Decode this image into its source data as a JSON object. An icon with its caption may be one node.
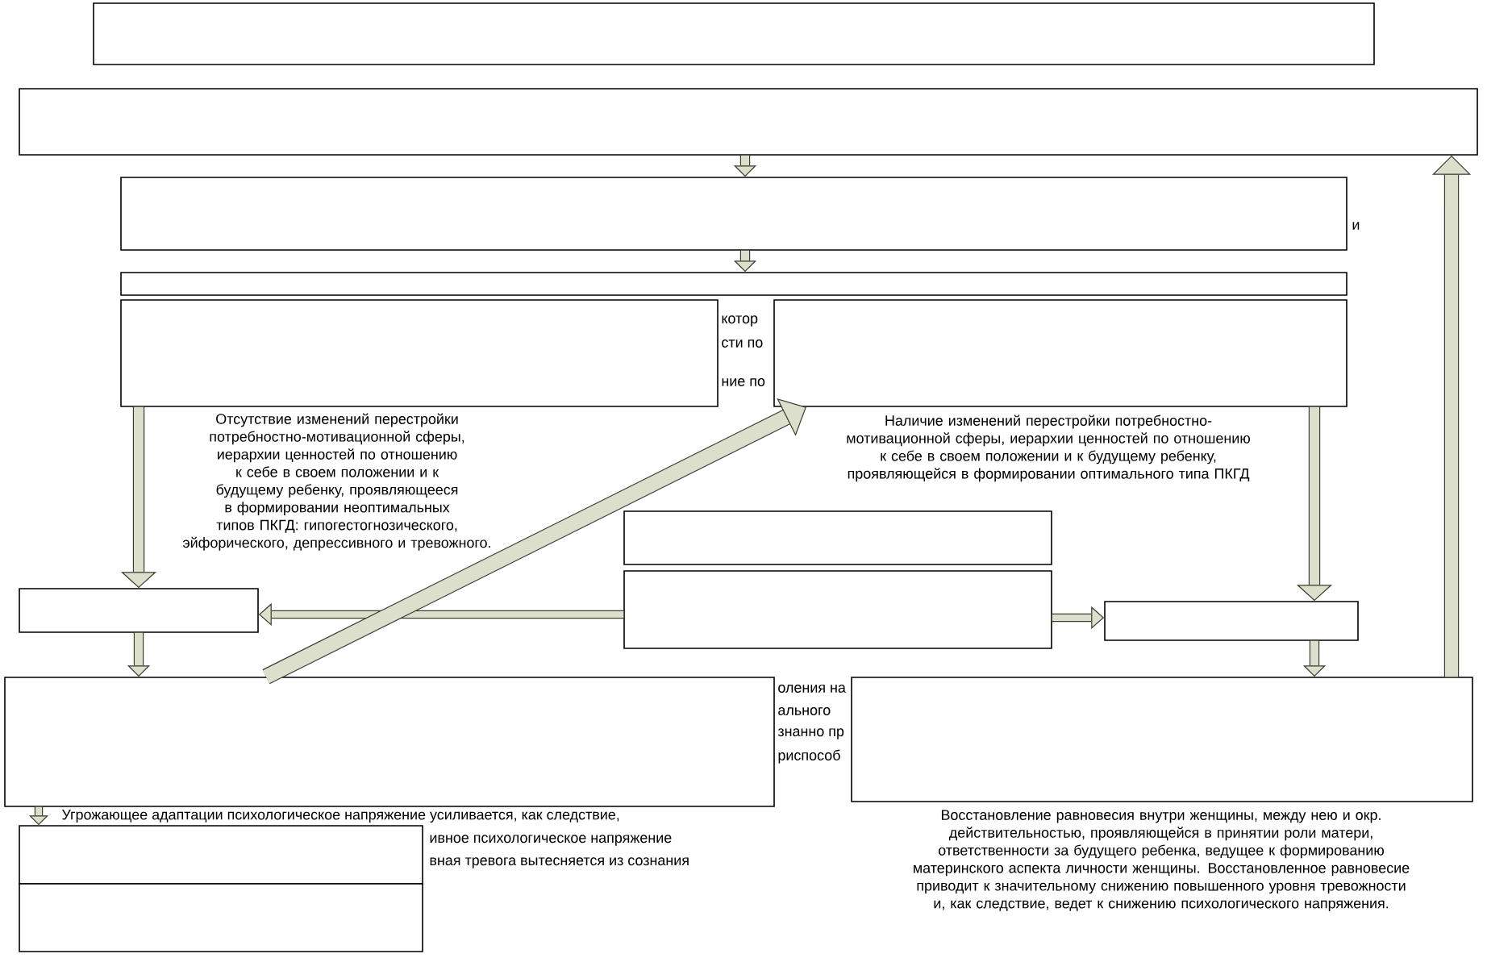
{
  "diagram": {
    "nodes": [
      {
        "text": [],
        "shape": "box"
      },
      {
        "text": [],
        "shape": "box"
      },
      {
        "text": [],
        "shape": "box"
      },
      {
        "text": [],
        "shape": "box"
      },
      {
        "text": [],
        "shape": "box",
        "beside": [
          "Отсутствие изменений перестройки потребностно-мотивационной сферы, иерархии ценностей по отношению к себе в своем положении и к будущему ребенку, проявляющееся в формировании неоптимальных типов ПКГД: гипогестогнозического, эйфорического, депрессивного и тревожного."
        ]
      },
      {
        "text": [],
        "shape": "box",
        "beside": [
          "Наличие изменений перестройки потребностно-мотивационной сферы, иерархии ценностей по отношению к себе в своем положении и к будущему ребенку, проявляющейся в формировании оптимального типа ПКГД"
        ]
      },
      {
        "text": [],
        "shape": "box"
      },
      {
        "text": [],
        "shape": "box"
      },
      {
        "text": [],
        "shape": "box"
      },
      {
        "text": [],
        "shape": "box"
      },
      {
        "text": [],
        "shape": "box"
      },
      {
        "text": [],
        "shape": "box",
        "beside": [
          "Восстановление равновесия внутри женщины, между нею и окр. действительностью, проявляющейся в принятии роли матери, ответственности за будущего ребенка, ведущее к формированию материнского аспекта личности женщины. Восстановленное равновесие приводит к значительному снижению повышенного уровня тревожности и, как следствие, ведет к снижению психологического напряжения."
        ]
      },
      {
        "text": [],
        "shape": "box"
      },
      {
        "text": [],
        "shape": "box"
      }
    ],
    "edges": [
      {
        "from": 1,
        "to": 2,
        "arrow": "to"
      },
      {
        "from": 2,
        "to": 3,
        "arrow": "to"
      },
      {
        "from": 4,
        "to": 7,
        "arrow": "to"
      },
      {
        "from": 5,
        "to": 9,
        "arrow": "to"
      },
      {
        "from": 8,
        "to": 7,
        "arrow": "to"
      },
      {
        "from": 8,
        "to": 9,
        "arrow": "to"
      },
      {
        "from": 7,
        "to": 10,
        "arrow": "to"
      },
      {
        "from": 9,
        "to": 11,
        "arrow": "to"
      },
      {
        "from": 10,
        "to": 5,
        "arrow": "to"
      },
      {
        "from": 10,
        "to": 12,
        "arrow": "to"
      },
      {
        "from": 11,
        "to": 1,
        "arrow": "to"
      }
    ],
    "labels": [
      "и",
      "котор",
      "сти по",
      "ние по",
      "оления на",
      "ального",
      "знанно пр",
      "риспособ",
      "Угрожающее адаптации психологическое напряжение усиливается, как следствие,",
      "ивное психологическое напряжение",
      "вная тревога вытесняется из сознания"
    ]
  }
}
